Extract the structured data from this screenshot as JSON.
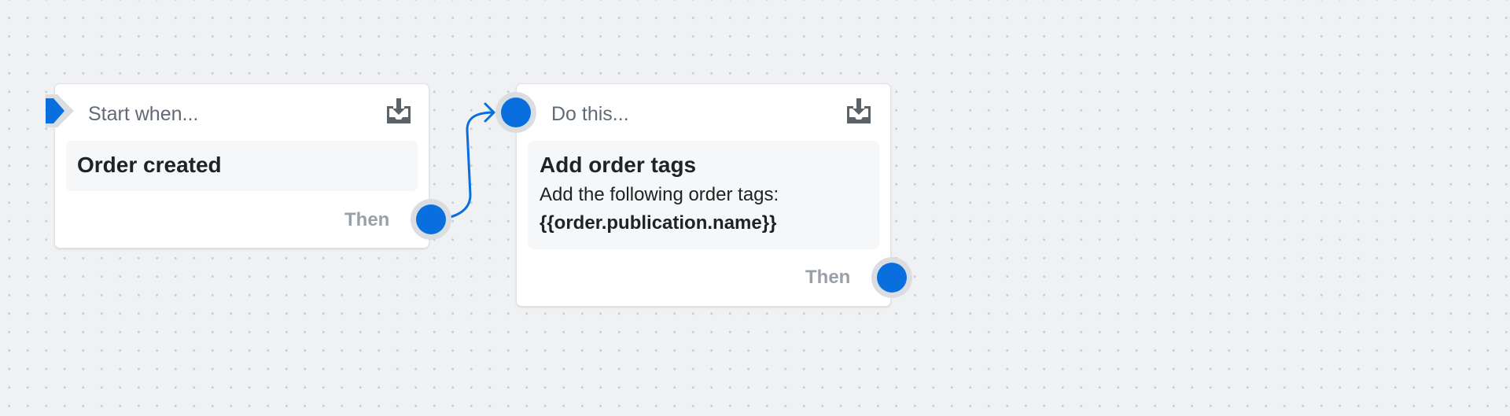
{
  "trigger": {
    "header": "Start when...",
    "event": "Order created",
    "then_label": "Then"
  },
  "action": {
    "header": "Do this...",
    "title": "Add order tags",
    "description": "Add the following order tags:",
    "tags": "{{order.publication.name}}",
    "then_label": "Then"
  },
  "colors": {
    "port": "#0a6fde",
    "canvas": "#f0f1f3",
    "card": "#ffffff"
  },
  "icons": {
    "save": "download-tray-icon",
    "trigger_marker": "play-flag-icon"
  }
}
